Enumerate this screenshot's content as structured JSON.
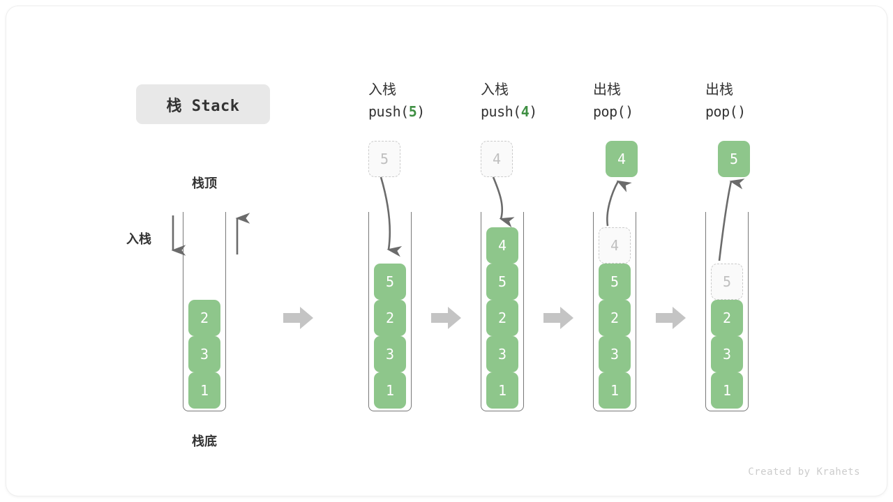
{
  "title": {
    "text": "栈 Stack",
    "chip_bg": "#e8e8e8"
  },
  "colors": {
    "element_green": "#8ec68b",
    "ghost_fill": "#fafafa",
    "ghost_border": "#cccccc",
    "ghost_text": "#bfbfbf",
    "tube_stroke": "#777777",
    "arrow_gray": "#6b6b6b",
    "flow_arrow": "#c4c4c4",
    "accent_code_green": "#3f8f43",
    "text_dark": "#333333"
  },
  "labels": {
    "top": "栈顶",
    "bottom": "栈底",
    "push_side": "入栈",
    "pop_side": "出栈"
  },
  "credit": "Created by Krahets",
  "flow_arrow_icon": "right-arrow",
  "panels": [
    {
      "id": "initial",
      "head_cn": "",
      "head_code": "",
      "head_arg": "",
      "stack": [
        "2",
        "3",
        "1"
      ],
      "ghost": null,
      "floating": null,
      "motion": "none"
    },
    {
      "id": "push-5",
      "head_cn": "入栈",
      "head_code_prefix": "push(",
      "head_arg": "5",
      "head_code_suffix": ")",
      "stack": [
        "5",
        "2",
        "3",
        "1"
      ],
      "ghost": {
        "value": "5",
        "where": "above"
      },
      "motion": "push"
    },
    {
      "id": "push-4",
      "head_cn": "入栈",
      "head_code_prefix": "push(",
      "head_arg": "4",
      "head_code_suffix": ")",
      "stack": [
        "4",
        "5",
        "2",
        "3",
        "1"
      ],
      "ghost": {
        "value": "4",
        "where": "above"
      },
      "motion": "push"
    },
    {
      "id": "pop-4",
      "head_cn": "出栈",
      "head_code_prefix": "pop(",
      "head_arg": "",
      "head_code_suffix": ")",
      "stack": [
        "5",
        "2",
        "3",
        "1"
      ],
      "ghost": {
        "value": "4",
        "where": "in-stack-top"
      },
      "floating": {
        "value": "4"
      },
      "motion": "pop"
    },
    {
      "id": "pop-5",
      "head_cn": "出栈",
      "head_code_prefix": "pop(",
      "head_arg": "",
      "head_code_suffix": ")",
      "stack": [
        "2",
        "3",
        "1"
      ],
      "ghost": {
        "value": "5",
        "where": "in-stack-top"
      },
      "floating": {
        "value": "5"
      },
      "motion": "pop"
    }
  ]
}
